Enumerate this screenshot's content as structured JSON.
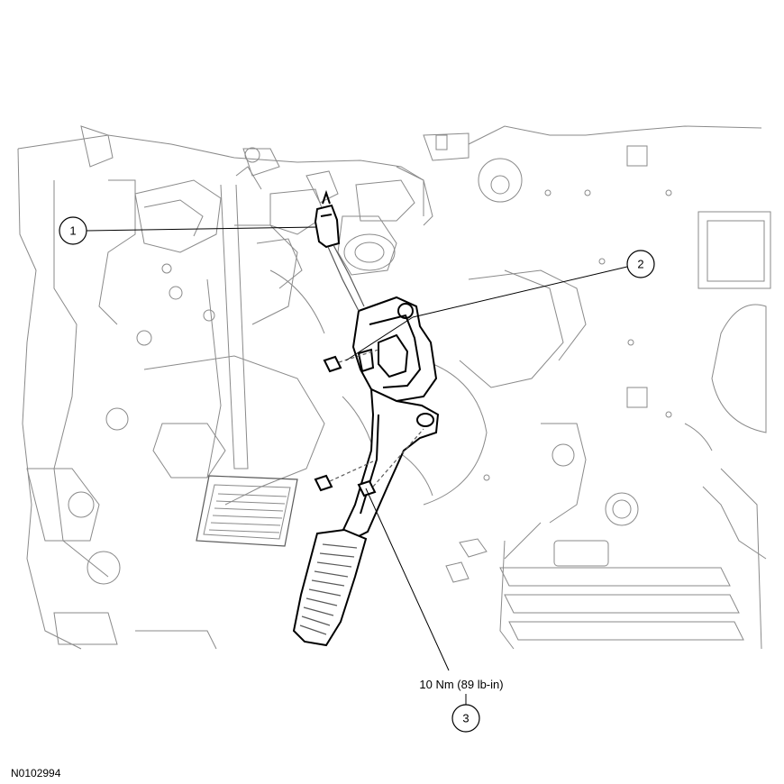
{
  "figure": {
    "id": "N0102994"
  },
  "callouts": [
    {
      "number": "1"
    },
    {
      "number": "2"
    },
    {
      "number": "3"
    }
  ],
  "torque_spec": "10 Nm (89 lb-in)",
  "colors": {
    "linework": "#000000",
    "background_linework": "#8a8a8a",
    "background": "#ffffff"
  }
}
